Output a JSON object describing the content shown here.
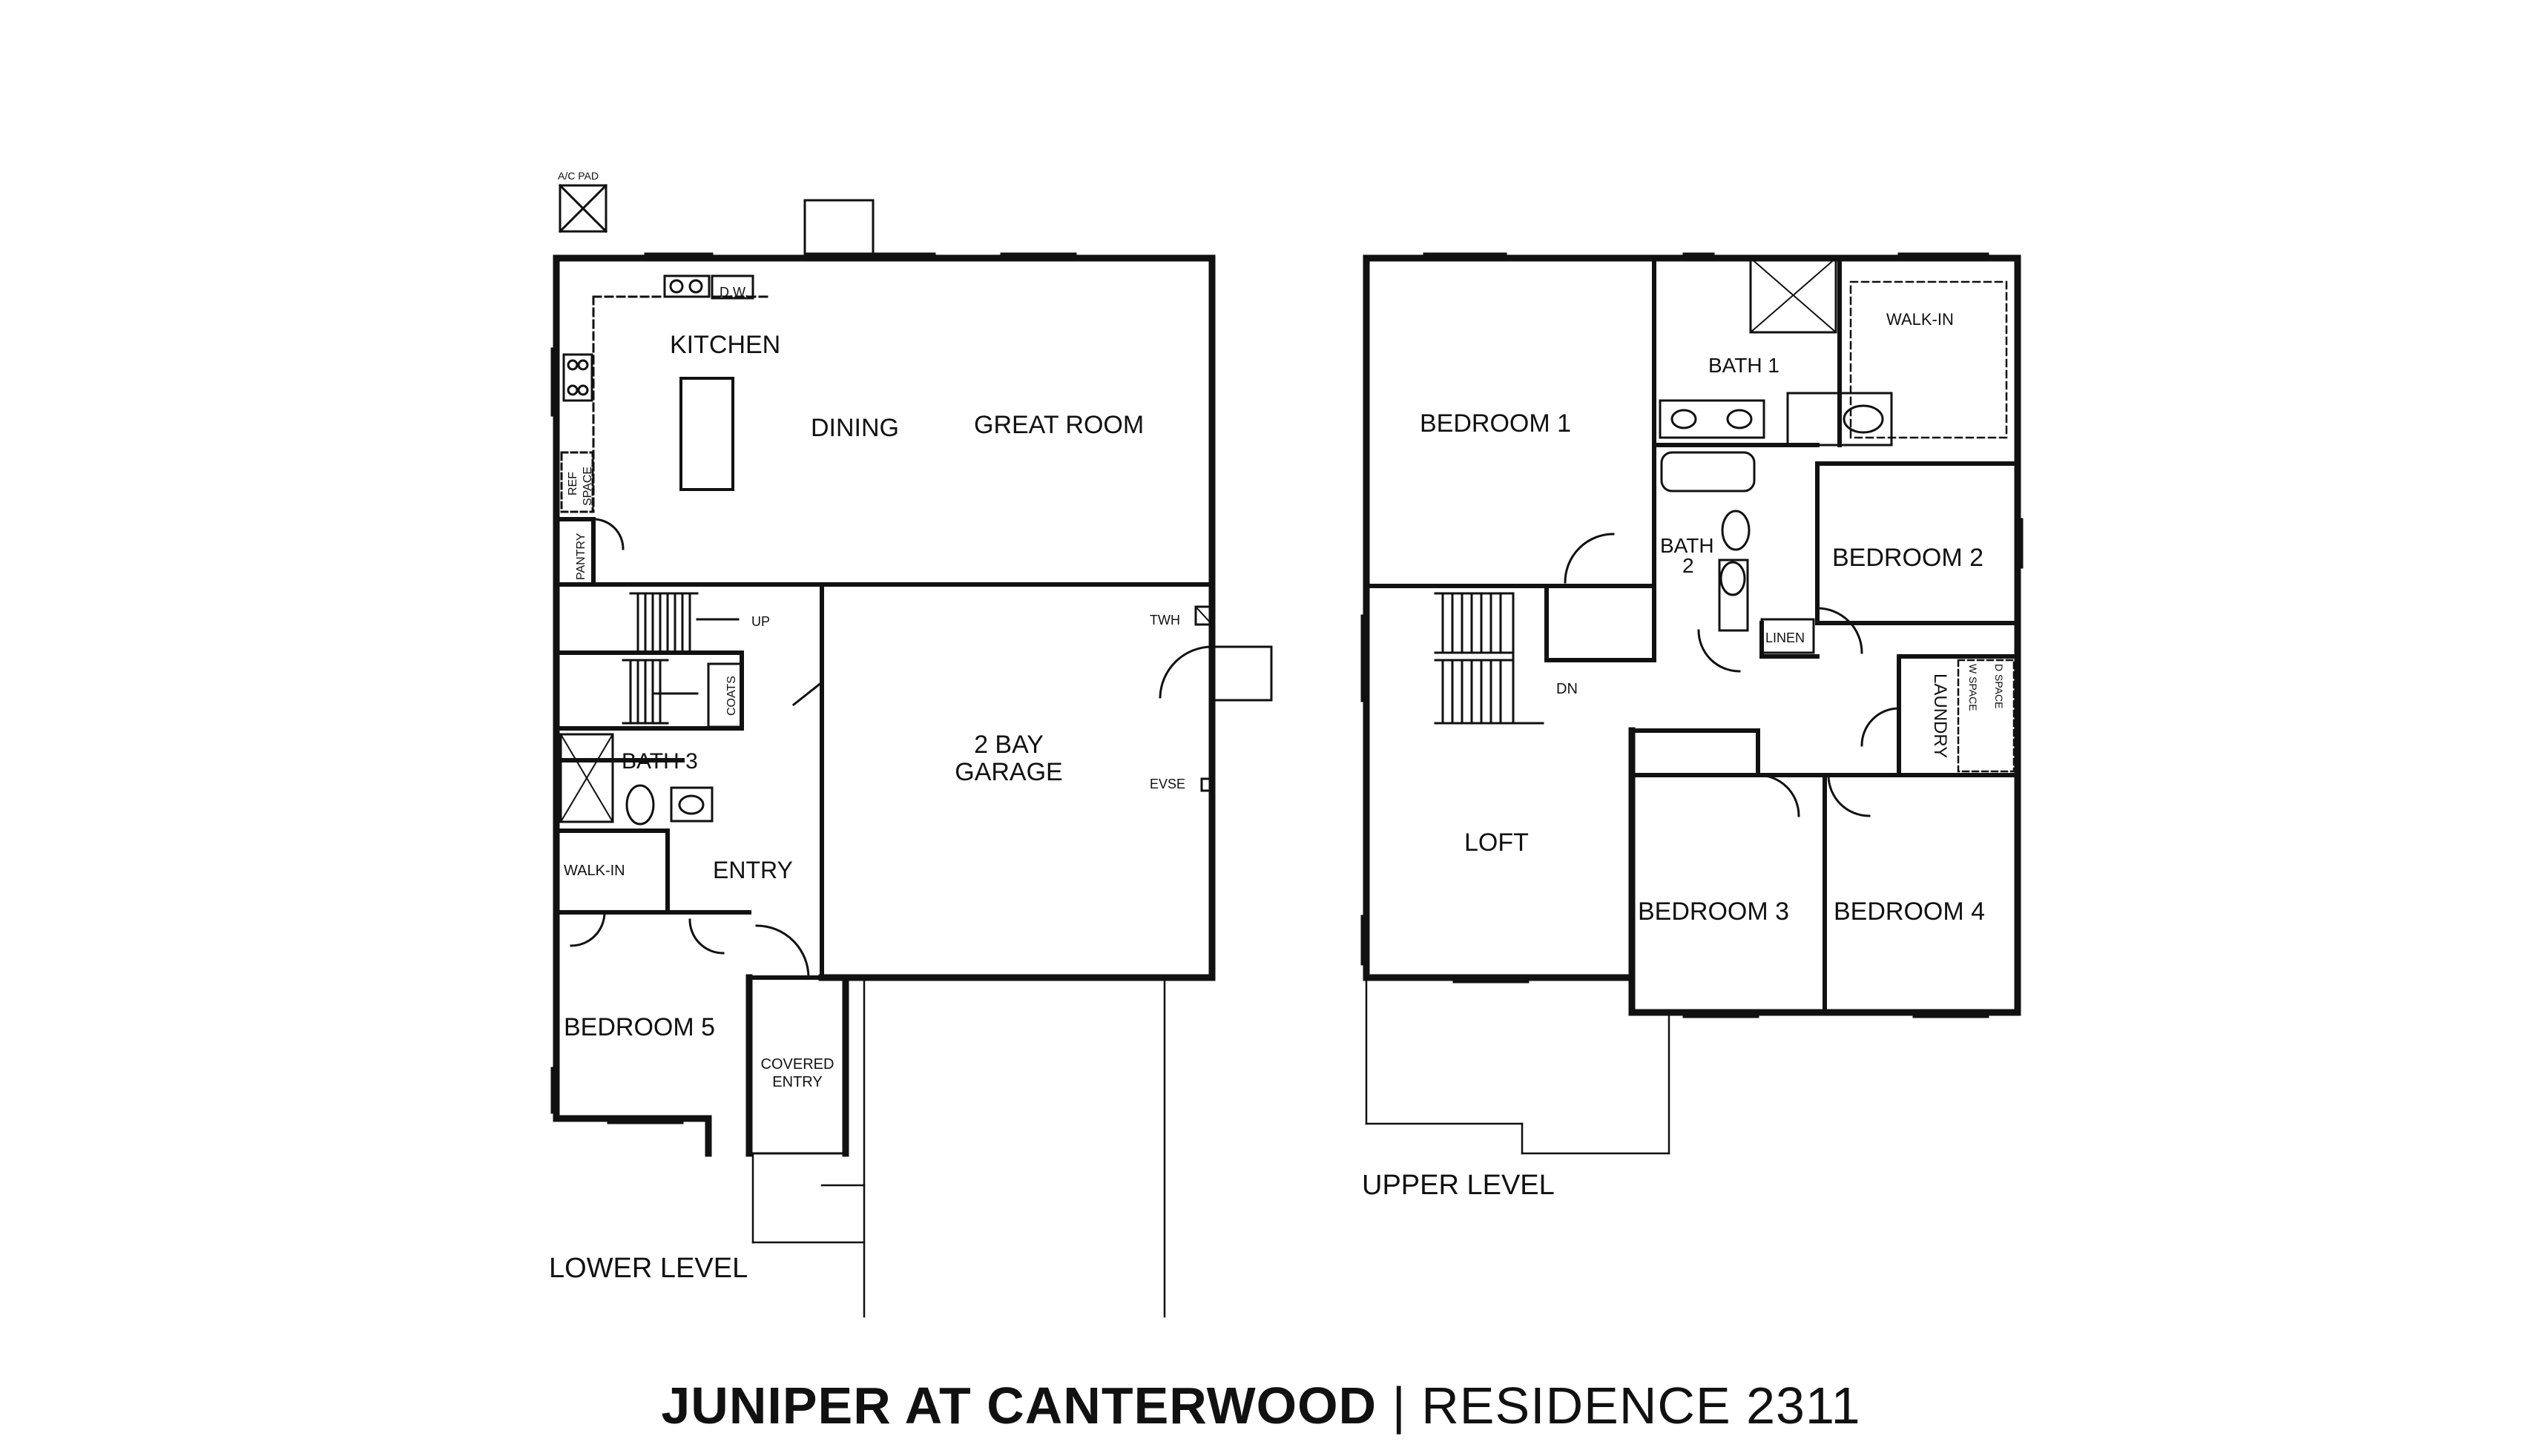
{
  "lower_level": {
    "caption": "LOWER LEVEL",
    "rooms": {
      "ac_pad": "A/C PAD",
      "dw": "D.W.",
      "kitchen": "KITCHEN",
      "dining": "DINING",
      "great_room": "GREAT ROOM",
      "ref": "REF",
      "space": "SPACE",
      "pantry": "PANTRY",
      "up": "UP",
      "coats": "COATS",
      "twh": "TWH",
      "garage_l1": "2 BAY",
      "garage_l2": "GARAGE",
      "evse": "EVSE",
      "bath3": "BATH 3",
      "walkin": "WALK-IN",
      "entry": "ENTRY",
      "bedroom5": "BEDROOM 5",
      "covered_l1": "COVERED",
      "covered_l2": "ENTRY"
    }
  },
  "upper_level": {
    "caption": "UPPER LEVEL",
    "rooms": {
      "bedroom1": "BEDROOM 1",
      "bath1": "BATH 1",
      "walkin": "WALK-IN",
      "bath2_l1": "BATH",
      "bath2_l2": "2",
      "bedroom2": "BEDROOM 2",
      "linen": "LINEN",
      "laundry": "LAUNDRY",
      "w_space": "W SPACE",
      "d_space": "D SPACE",
      "dn": "DN",
      "loft": "LOFT",
      "bedroom3": "BEDROOM 3",
      "bedroom4": "BEDROOM 4"
    }
  },
  "title": {
    "name": "JUNIPER AT CANTERWOOD",
    "separator": "|",
    "residence": "RESIDENCE 2311"
  }
}
